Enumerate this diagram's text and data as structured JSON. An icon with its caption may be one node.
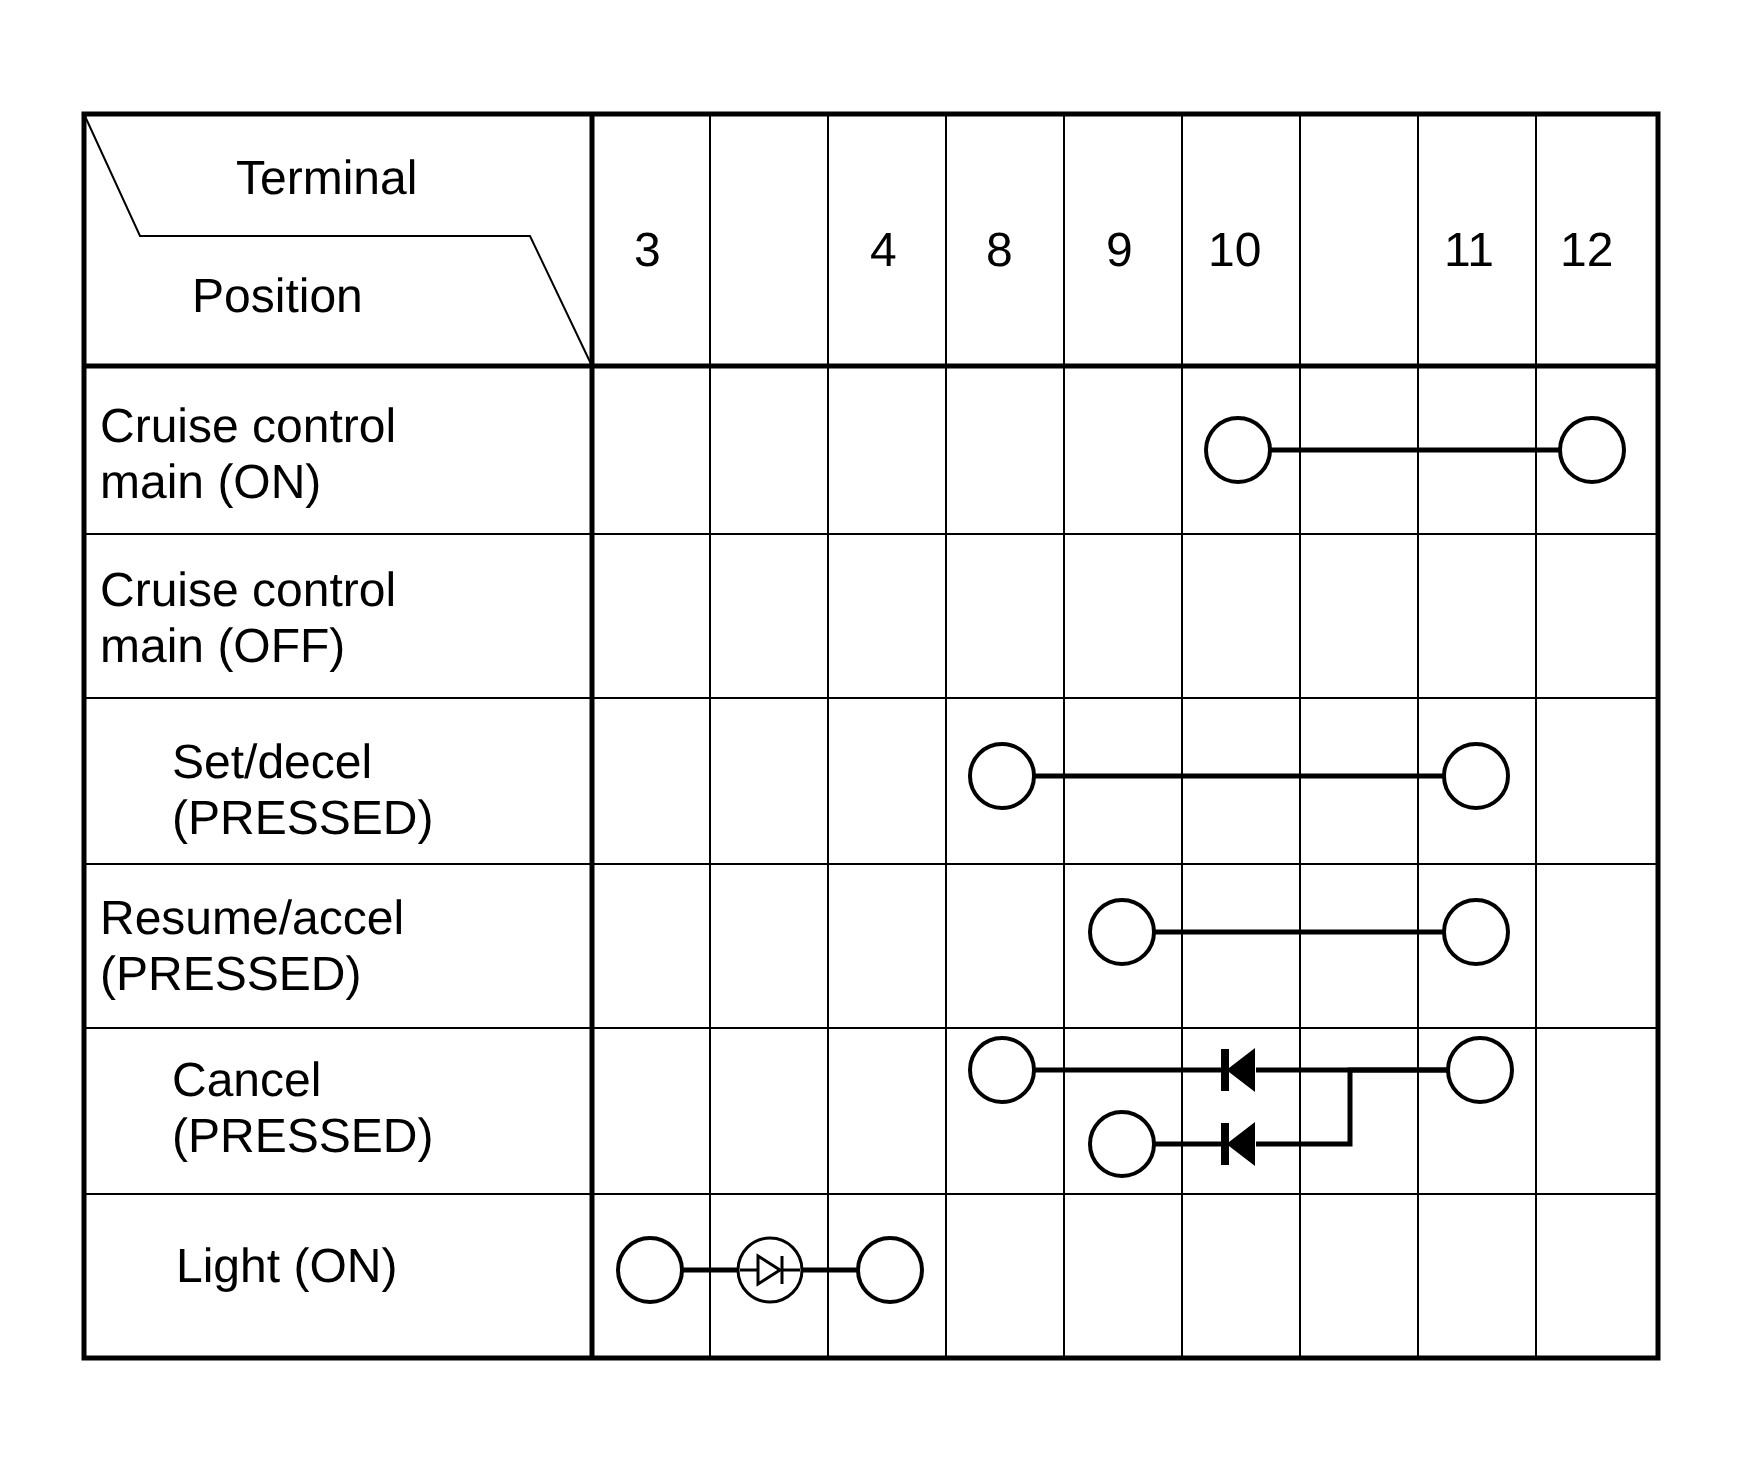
{
  "diagram": {
    "nodes": [
      {
        "text": [],
        "shape": "circle"
      },
      {
        "text": [],
        "shape": "circle"
      },
      {
        "text": [],
        "shape": "circle"
      },
      {
        "text": [],
        "shape": "circle"
      },
      {
        "text": [],
        "shape": "circle"
      },
      {
        "text": [],
        "shape": "circle"
      },
      {
        "text": [],
        "shape": "circle"
      },
      {
        "text": [],
        "shape": "triangle"
      },
      {
        "text": [],
        "shape": "circle"
      },
      {
        "text": [],
        "shape": "circle"
      },
      {
        "text": [],
        "shape": "triangle"
      },
      {
        "text": [],
        "shape": "circle"
      },
      {
        "text": [],
        "shape": "picture"
      },
      {
        "text": [],
        "shape": "circle"
      }
    ],
    "edges": [
      {
        "from": 0,
        "to": 1,
        "arrow": "none"
      },
      {
        "from": 2,
        "to": 3,
        "arrow": "none"
      },
      {
        "from": 4,
        "to": 5,
        "arrow": "none"
      },
      {
        "from": 6,
        "to": 7,
        "arrow": "none"
      },
      {
        "from": 7,
        "to": 8,
        "arrow": "none"
      },
      {
        "from": 9,
        "to": 10,
        "arrow": "none"
      },
      {
        "from": 10,
        "to": 8,
        "arrow": "none"
      },
      {
        "from": 11,
        "to": 12,
        "arrow": "none"
      },
      {
        "from": 12,
        "to": 13,
        "arrow": "none"
      }
    ],
    "labels": [
      "Terminal",
      "Position",
      "3",
      "4",
      "8",
      "9",
      "10",
      "11",
      "12",
      "Cruise control main (ON)",
      "Cruise control main (OFF)",
      "Set/decel (PRESSED)",
      "Resume/accel (PRESSED)",
      "Cancel (PRESSED)",
      "Light (ON)"
    ]
  }
}
